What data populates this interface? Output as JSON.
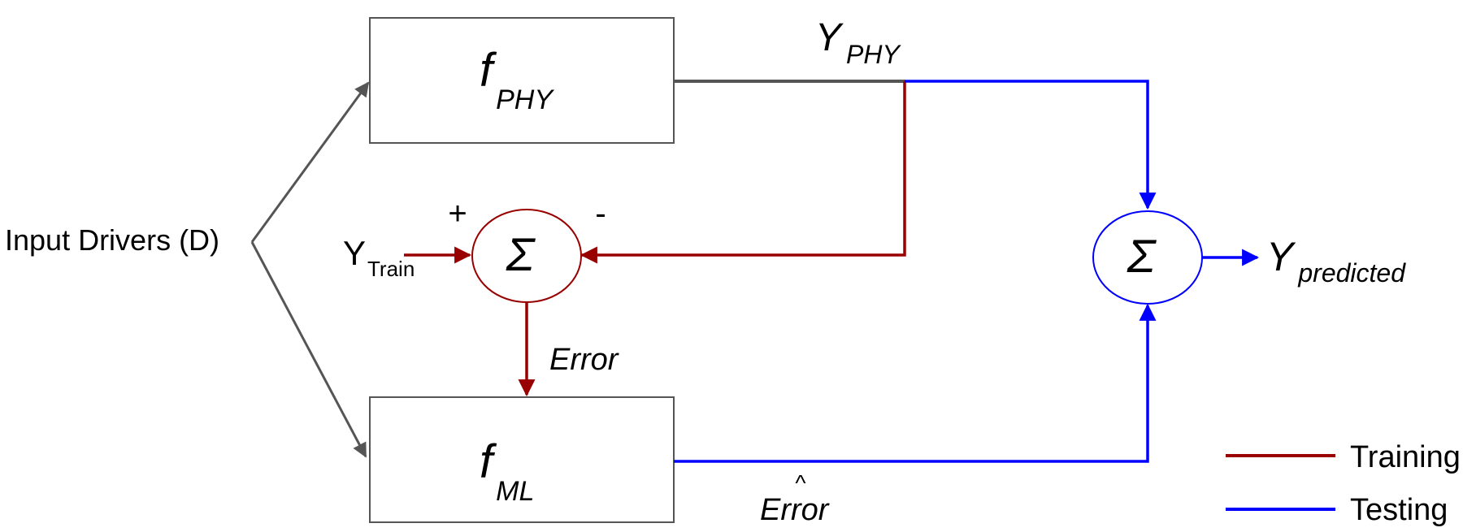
{
  "input": {
    "label": "Input Drivers (D)"
  },
  "f_phy": {
    "main": "f",
    "sub": "PHY"
  },
  "f_ml": {
    "main": "f",
    "sub": "ML"
  },
  "y_phy": {
    "main": "Y",
    "sub": "PHY"
  },
  "y_train": {
    "main": "Y",
    "sub": "Train"
  },
  "sum_training": {
    "symbol": "Σ",
    "plus": "+",
    "minus": "-"
  },
  "sum_testing": {
    "symbol": "Σ"
  },
  "error": {
    "label": "Error"
  },
  "error_hat": {
    "hat": "^",
    "label": "Error"
  },
  "y_predicted": {
    "main": "Y",
    "sub": "predicted"
  },
  "legend": {
    "training": {
      "label": "Training",
      "color": "#990000"
    },
    "testing": {
      "label": "Testing",
      "color": "#0000ff"
    }
  },
  "colors": {
    "gray": "#555555",
    "training": "#990000",
    "testing": "#0000ff"
  }
}
